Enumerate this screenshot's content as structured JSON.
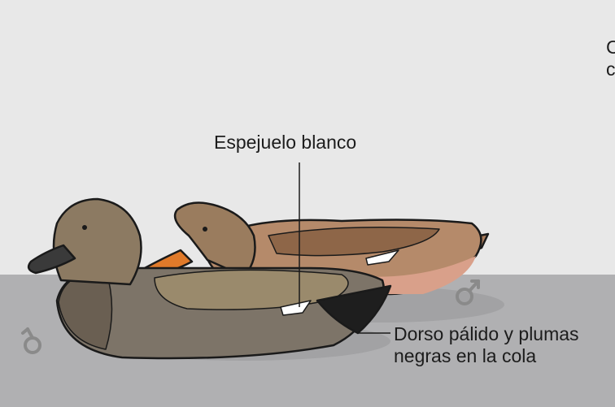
{
  "annotations": {
    "speculum": "Espejuelo blanco",
    "back_line1": "Dorso pálido y plumas",
    "back_line2": "negras en la cola",
    "partial_line1": "C",
    "partial_line2": "c"
  },
  "colors": {
    "sky": "#e8e8e8",
    "water": "#b0b0b2",
    "male_body": "#7d7468",
    "male_head": "#8c7a62",
    "female_body": "#b58a6a",
    "female_bill": "#e07a2a",
    "male_bill": "#3a3a3a",
    "outline": "#1a1a1a",
    "symbol": "#8a8a8a"
  },
  "symbols": {
    "male": "♂",
    "female": "♂"
  }
}
